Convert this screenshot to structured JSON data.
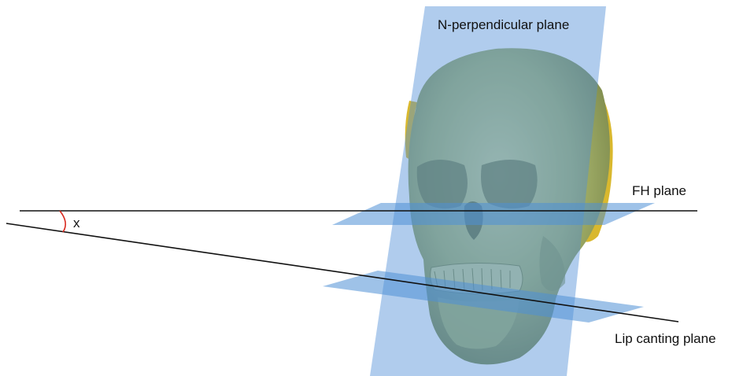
{
  "labels": {
    "n_perpendicular": "N-perpendicular plane",
    "fh": "FH plane",
    "lip": "Lip canting plane",
    "angle": "x"
  },
  "colors": {
    "plane_fill": "#4f8fd6",
    "skull": "#b8c27a",
    "skull_side": "#d9b82e",
    "angle_arc": "#d9281e",
    "line": "#111111"
  }
}
